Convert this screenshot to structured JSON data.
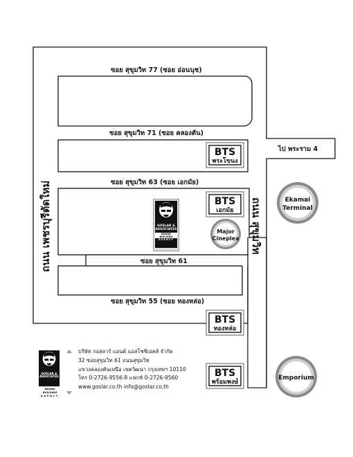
{
  "streets": {
    "soi77": "ซอย สุขุมวิท 77 (ซอย อ่อนนุช)",
    "soi71": "ซอย สุขุมวิท 71 (ซอย คลองตัน)",
    "soi63": "ซอย สุขุมวิท 63 (ซอย เอกมัย)",
    "soi61": "ซอย สุขุมวิท 61",
    "soi55": "ซอย สุขุมวิท 55 (ซอย ทองหล่อ)",
    "rama4": "ไป พระราม 4",
    "petchaburi": "ถนน เพชรบุรีตัดใหม่",
    "sukhumvit": "ถนน สุขุมวิท"
  },
  "bts_stations": [
    {
      "title": "BTS",
      "name": "พระโขนง"
    },
    {
      "title": "BTS",
      "name": "เอกมัย"
    },
    {
      "title": "BTS",
      "name": "ทองหล่อ"
    },
    {
      "title": "BTS",
      "name": "พร้อมพงษ์"
    }
  ],
  "landmarks": {
    "ekamai_line1": "Ekamai",
    "ekamai_line2": "Terminal",
    "major_line1": "Major",
    "major_line2": "Cineplex",
    "emporium": "Emporium"
  },
  "logo": {
    "name_line1": "GOSLAR &",
    "name_line2": "ASSOCIATES",
    "tagline1": "BRAND BUILDING",
    "tagline2": "AGENCY"
  },
  "company": {
    "name": "บริษัท กอสลาร์ แอนด์ แอสโซซิเอตส์ จำกัด",
    "address1": "32 ซอยสุขุมวิท 61 ถนนสุขุมวิท",
    "address2": "แขวงคลองตันเหนือ เขตวัฒนา กรุงเทพฯ 10110",
    "phone": "โทร 0-2726-9556-8  แฟกซ์ 0-2726-9560",
    "web": "www.goslar.co.th  info@goslar.co.th"
  }
}
